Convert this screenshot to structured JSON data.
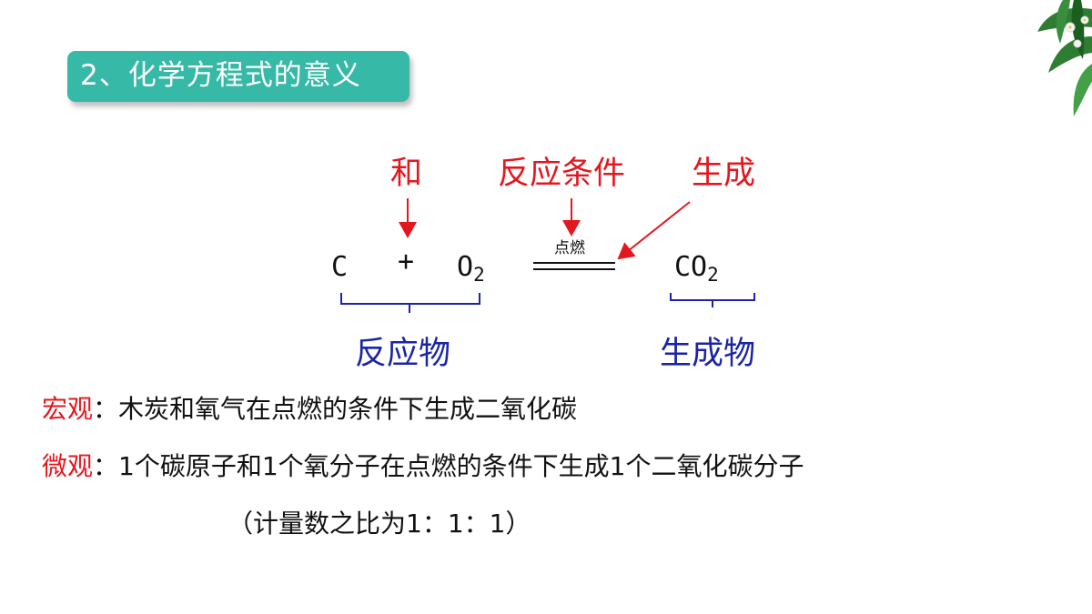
{
  "title": "2、化学方程式的意义",
  "annotations": {
    "and_label": "和",
    "condition_label": "反应条件",
    "produce_label": "生成"
  },
  "equation": {
    "reactant1": "C",
    "plus": "+",
    "reactant2_base": "O",
    "reactant2_sub": "2",
    "condition": "点燃",
    "product_base": "CO",
    "product_sub": "2"
  },
  "groups": {
    "reactants": "反应物",
    "products": "生成物"
  },
  "macro": {
    "tag": "宏观",
    "colon": "：",
    "text": "木炭和氧气在点燃的条件下生成二氧化碳"
  },
  "micro": {
    "tag": "微观",
    "colon": "：",
    "text": "1个碳原子和1个氧分子在点燃的条件下生成1个二氧化碳分子",
    "ratio": "（计量数之比为1：1：1）"
  },
  "colors": {
    "accent_teal": "#36b9a6",
    "annotation_red": "#e5171e",
    "group_blue": "#1a24a8"
  }
}
